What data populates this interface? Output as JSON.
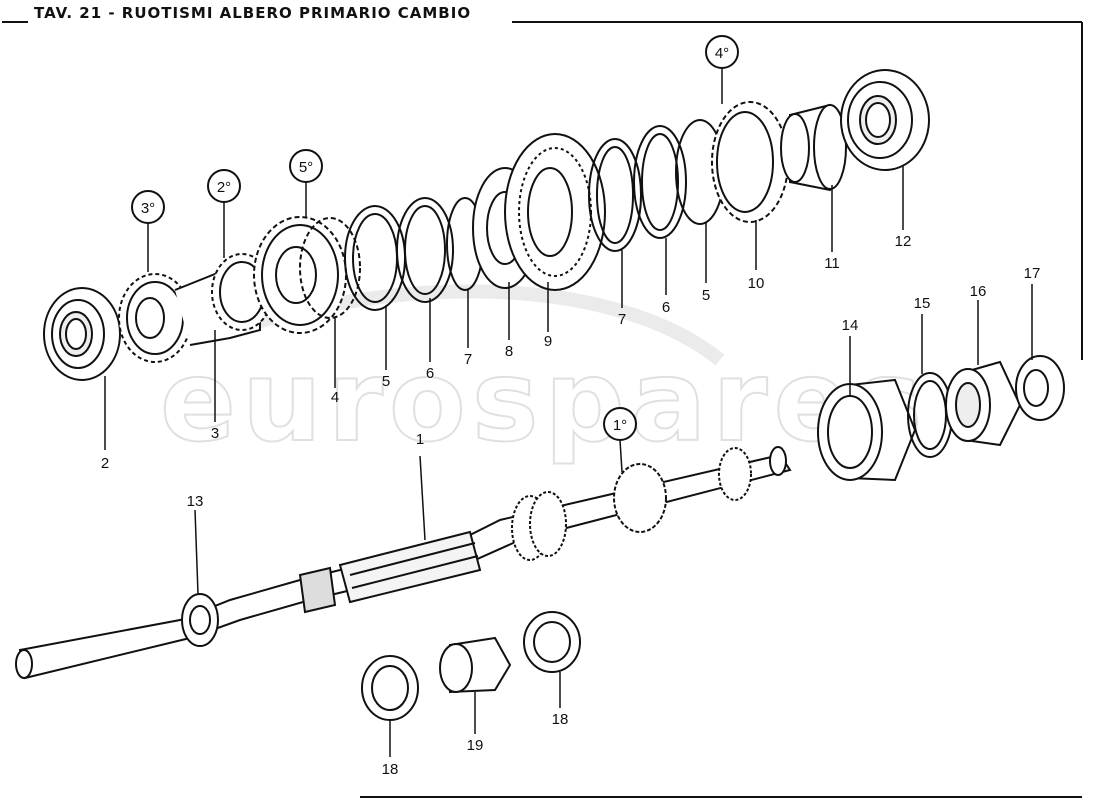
{
  "title": "TAV. 21 - RUOTISMI ALBERO PRIMARIO CAMBIO",
  "watermark": "eurospares",
  "gear_callouts": [
    {
      "id": "gear-3rd",
      "text": "3°"
    },
    {
      "id": "gear-2nd",
      "text": "2°"
    },
    {
      "id": "gear-5th",
      "text": "5°"
    },
    {
      "id": "gear-4th",
      "text": "4°"
    },
    {
      "id": "gear-1st",
      "text": "1°"
    }
  ],
  "part_labels": [
    "2",
    "3",
    "4",
    "5",
    "6",
    "7",
    "8",
    "9",
    "7",
    "6",
    "5",
    "10",
    "11",
    "12",
    "1",
    "13",
    "14",
    "15",
    "16",
    "17",
    "18",
    "19",
    "18"
  ],
  "colors": {
    "ink": "#111111",
    "paper": "#ffffff",
    "watermark": "#c8c8c8"
  }
}
